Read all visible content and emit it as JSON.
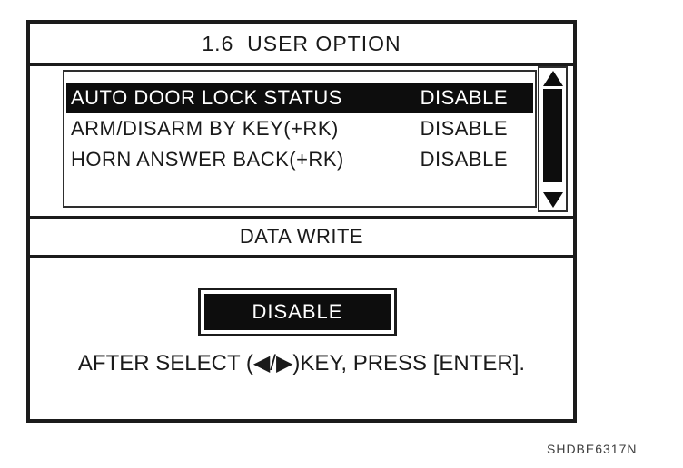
{
  "colors": {
    "ink": "#1a1a1a",
    "highlight_bg": "#0d0d0d",
    "highlight_text": "#ffffff",
    "background": "#ffffff"
  },
  "screen": {
    "title": "1.6  USER OPTION",
    "option_list": {
      "rows": [
        {
          "label": "AUTO DOOR LOCK STATUS",
          "value": "DISABLE",
          "selected": true
        },
        {
          "label": "ARM/DISARM BY KEY(+RK)",
          "value": "DISABLE",
          "selected": false
        },
        {
          "label": "HORN ANSWER BACK(+RK)",
          "value": "DISABLE",
          "selected": false
        }
      ],
      "scrollbar": {
        "up_icon": "triangle-up",
        "down_icon": "triangle-down"
      }
    },
    "mode_label": "DATA WRITE",
    "value_selector": {
      "value": "DISABLE"
    },
    "instruction": "AFTER SELECT (◀/▶)KEY, PRESS [ENTER]."
  },
  "figure_code": "SHDBE6317N"
}
